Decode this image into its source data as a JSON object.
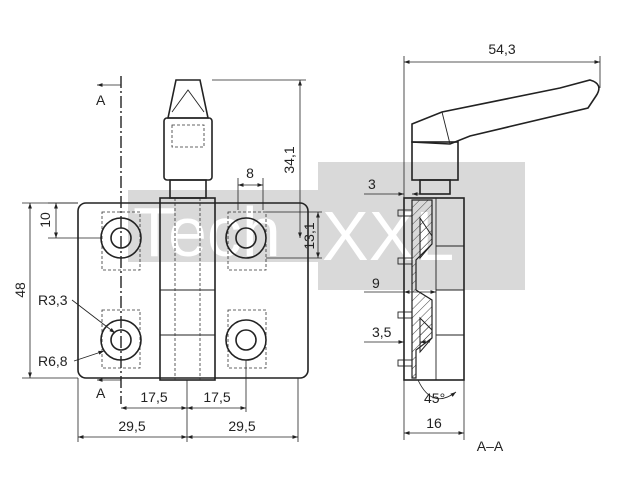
{
  "watermark": {
    "text_left": "Tech",
    "text_right": "XXL"
  },
  "dimensions": {
    "overall_length": "54,3",
    "knob_height": "34,1",
    "hole_spacing_horizontal": "8",
    "offset_top": "10",
    "hole_spacing_vertical": "13,1",
    "overall_height": "48",
    "inner_radius": "R3,3",
    "outer_radius": "R6,8",
    "half_width_left_inner": "17,5",
    "half_width_right_inner": "17,5",
    "half_width_left": "29,5",
    "half_width_right": "29,5",
    "plate_offset": "3",
    "plate_gap": "9",
    "pin_depth": "3,5",
    "chamfer_angle": "45°",
    "section_thickness": "16"
  },
  "section_labels": {
    "cut_top": "A",
    "cut_bottom": "A",
    "section_view": "A–A"
  },
  "colors": {
    "watermark_fill": "#d9d9d9",
    "line": "#222222"
  }
}
